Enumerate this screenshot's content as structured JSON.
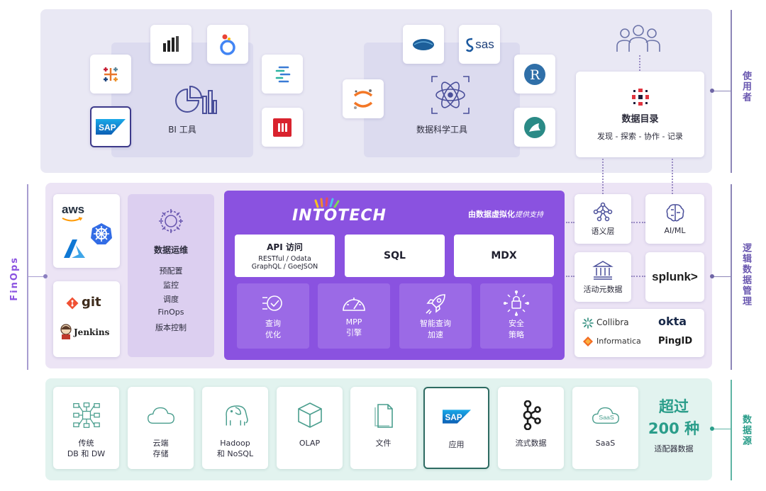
{
  "consumers": {
    "side_label": "使用者",
    "bi": {
      "label": "BI 工具",
      "tools": [
        "tableau",
        "power-bi",
        "looker",
        "qlik",
        "sap",
        "microstrategy"
      ]
    },
    "ds": {
      "label": "数据科学工具",
      "tools": [
        "zeppelin",
        "sas",
        "jupyter",
        "r",
        "dbeaver"
      ],
      "sas_text": "sas",
      "r_text": "R"
    },
    "catalog": {
      "title": "数据目录",
      "subtitle": "发现 - 探索 - 协作 - 记录"
    }
  },
  "logical": {
    "side_label": "逻辑数据管理",
    "left_side_label": "FinOps",
    "cloud": {
      "aws": "aws"
    },
    "devops": {
      "git": "git",
      "jenkins": "Jenkins"
    },
    "ops": {
      "title": "数据运维",
      "items": [
        "预配置",
        "监控",
        "调度",
        "FinOps",
        "版本控制"
      ]
    },
    "intotech": {
      "logo_text": "INTOTECH",
      "tagline_main": "由数据虚拟化",
      "tagline_suffix": "提供支持",
      "api": {
        "title": "API 访问",
        "line1": "RESTful / Odata",
        "line2": "GraphQL / GoeJSON"
      },
      "sql": "SQL",
      "mdx": "MDX",
      "features": [
        {
          "line1": "查询",
          "line2": "优化"
        },
        {
          "line1": "MPP",
          "line2": "引擎"
        },
        {
          "line1": "智能查询",
          "line2": "加速"
        },
        {
          "line1": "安全",
          "line2": "策略"
        }
      ]
    },
    "right": {
      "semantic": "语义层",
      "aiml": "AI/ML",
      "active_meta": "活动元数据",
      "splunk": "splunk>",
      "collibra": "Collibra",
      "okta": "okta",
      "informatica": "Informatica",
      "pingid": "PingID"
    }
  },
  "sources": {
    "side_label": "数据源",
    "items": [
      {
        "line1": "传统",
        "line2": "DB 和 DW"
      },
      {
        "line1": "云端",
        "line2": "存储"
      },
      {
        "line1": "Hadoop",
        "line2": "和 NoSQL"
      },
      {
        "line1": "OLAP",
        "line2": ""
      },
      {
        "line1": "文件",
        "line2": ""
      },
      {
        "line1": "应用",
        "line2": ""
      },
      {
        "line1": "流式数据",
        "line2": ""
      },
      {
        "line1": "SaaS",
        "line2": ""
      }
    ],
    "sap_text": "SAP",
    "saas_icon_text": "SaaS",
    "adapters": {
      "line1": "超过",
      "line2": "200 种",
      "line3": "适配器数据"
    }
  },
  "colors": {
    "purple": "#8a52e0",
    "teal": "#2a9d8a",
    "label_purple": "#6a58b0"
  }
}
